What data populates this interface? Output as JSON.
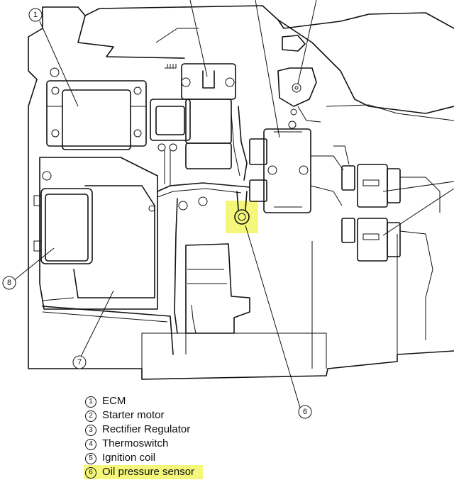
{
  "legend": [
    {
      "num": "1",
      "label": "ECM"
    },
    {
      "num": "2",
      "label": "Starter motor"
    },
    {
      "num": "3",
      "label": "Rectifier Regulator"
    },
    {
      "num": "4",
      "label": "Thermoswitch"
    },
    {
      "num": "5",
      "label": "Ignition coil"
    },
    {
      "num": "6",
      "label": "Oil pressure sensor",
      "highlighted": true
    }
  ],
  "callouts": [
    "1",
    "6",
    "7",
    "8"
  ],
  "colors": {
    "highlight": "#f5f77a",
    "ink": "#111111"
  }
}
